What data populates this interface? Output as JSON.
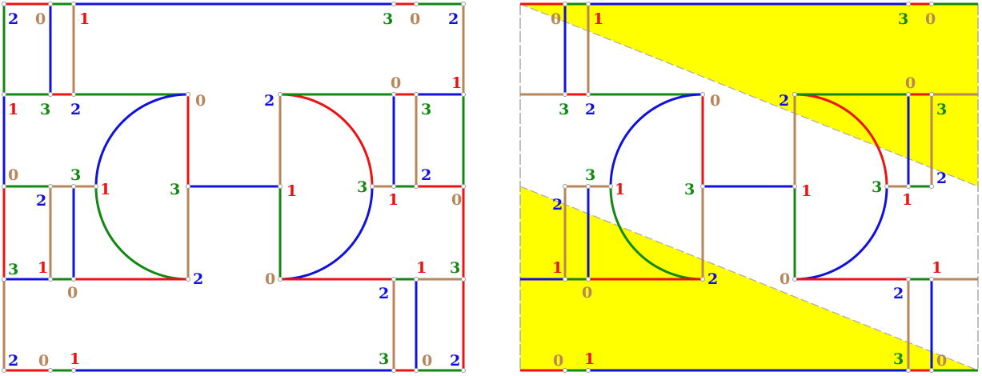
{
  "colors": {
    "red": "#ee1111",
    "blue": "#1111dd",
    "green": "#118811",
    "tan": "#b8865a",
    "yellow": "#ffff00",
    "boundary": "#aaaaaa"
  },
  "edge_color_by_label": {
    "0": "tan",
    "1": "red",
    "2": "blue",
    "3": "green"
  },
  "left": {
    "labels": {
      "tl_2": "2",
      "tl_0": "0",
      "tl_1": "1",
      "tr_3": "3",
      "tr_0": "0",
      "tr_2": "2",
      "rt_0": "0",
      "rt_1": "1",
      "row1_1": "1",
      "row1_3": "3",
      "row1_2": "2",
      "lh_0": "0",
      "rh_2": "2",
      "lm_0": "0",
      "lm_3": "3",
      "lm_1": "1",
      "lm_2": "2",
      "lm_3b": "3",
      "lm_1b": "1",
      "ld_0": "0",
      "ld_2": "2",
      "c_3": "3",
      "c_1": "1",
      "rm_3": "3",
      "rm_1": "1",
      "rm_0": "0",
      "rr_3": "3",
      "rr_2": "2",
      "rb_0": "0",
      "rb_1": "1",
      "rb_3": "3",
      "rb_2": "2",
      "bl_2": "2",
      "bl_0": "0",
      "bl_1": "1",
      "br_3": "3",
      "br_0": "0",
      "br_2": "2"
    }
  },
  "right": {
    "labels": {
      "tl_0": "0",
      "tl_1": "1",
      "tr_3": "3",
      "tr_0": "0",
      "r1_3": "3",
      "r1_2": "2",
      "lh_0": "0",
      "rh_2": "2",
      "lm_3": "3",
      "lm_1": "1",
      "lm_2": "2",
      "lm_1b": "1",
      "ld_0": "0",
      "ld_2": "2",
      "c_3": "3",
      "c_1": "1",
      "rm_0": "0",
      "rm_3": "3",
      "rm_2": "2",
      "rm_3b": "3",
      "rm_1": "1",
      "rb_0": "0",
      "rb_1": "1",
      "rb_2": "2",
      "bl_0": "0",
      "bl_1": "1",
      "br_3": "3",
      "br_0": "0"
    }
  }
}
